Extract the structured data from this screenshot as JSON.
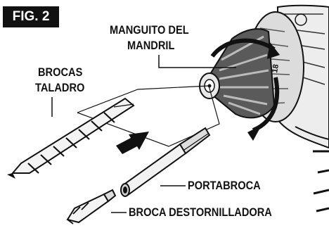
{
  "figure": {
    "badge": "FIG. 2"
  },
  "labels": {
    "chuck_sleeve_line1": "MANGUITO DEL",
    "chuck_sleeve_line2": "MANDRIL",
    "drill_bits_line1": "BROCAS",
    "drill_bits_line2": "TALADRO",
    "bit_holder": "PORTABROCA",
    "screwdriver_bit": "BROCA DESTORNILLADORA"
  },
  "colors": {
    "ink": "#111111",
    "chuck_dark": "#5a5a5a",
    "chuck_light": "#cfcfcf"
  }
}
